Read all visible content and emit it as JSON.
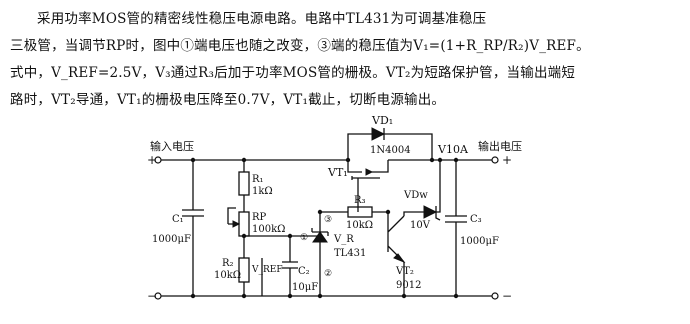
{
  "description": {
    "line1": "采用功率MOS管的精密线性稳压电源电路。电路中TL431为可调基准稳压",
    "line2": "三极管，当调节RP时，图中①端电压也随之改变，③端的稳压值为V₁=(1+R_RP/R₂)V_REF。",
    "line3": "式中，V_REF=2.5V，V₃通过R₃后加于功率MOS管的栅极。VT₂为短路保护管，当输出端短",
    "line4": "路时，VT₂导通，VT₁的栅极电压降至0.7V，VT₁截止，切断电源输出。"
  },
  "schematic": {
    "input_label": "输入电压",
    "output_label": "输出电压",
    "plus_in": "+",
    "minus_in": "−",
    "plus_out": "+",
    "minus_out": "−",
    "current": "V10A",
    "vd1": "VD₁",
    "vd1_part": "1N4004",
    "vt1": "VT₁",
    "r1": "R₁",
    "r1_val": "1kΩ",
    "rp": "RP",
    "rp_val": "100kΩ",
    "r2": "R₂",
    "r2_val": "10kΩ",
    "c1": "C₁",
    "c1_val": "1000μF",
    "c2": "C₂",
    "c2_val": "10μF",
    "c3": "C₃",
    "c3_val": "1000μF",
    "r3": "R₃",
    "r3_val": "10kΩ",
    "vdw": "VDw",
    "vdw_val": "10V",
    "vt2": "VT₂",
    "vt2_part": "9012",
    "vr": "V_R",
    "tl": "TL431",
    "vref": "V_REF",
    "pin1": "①",
    "pin2": "②",
    "pin3": "③"
  }
}
